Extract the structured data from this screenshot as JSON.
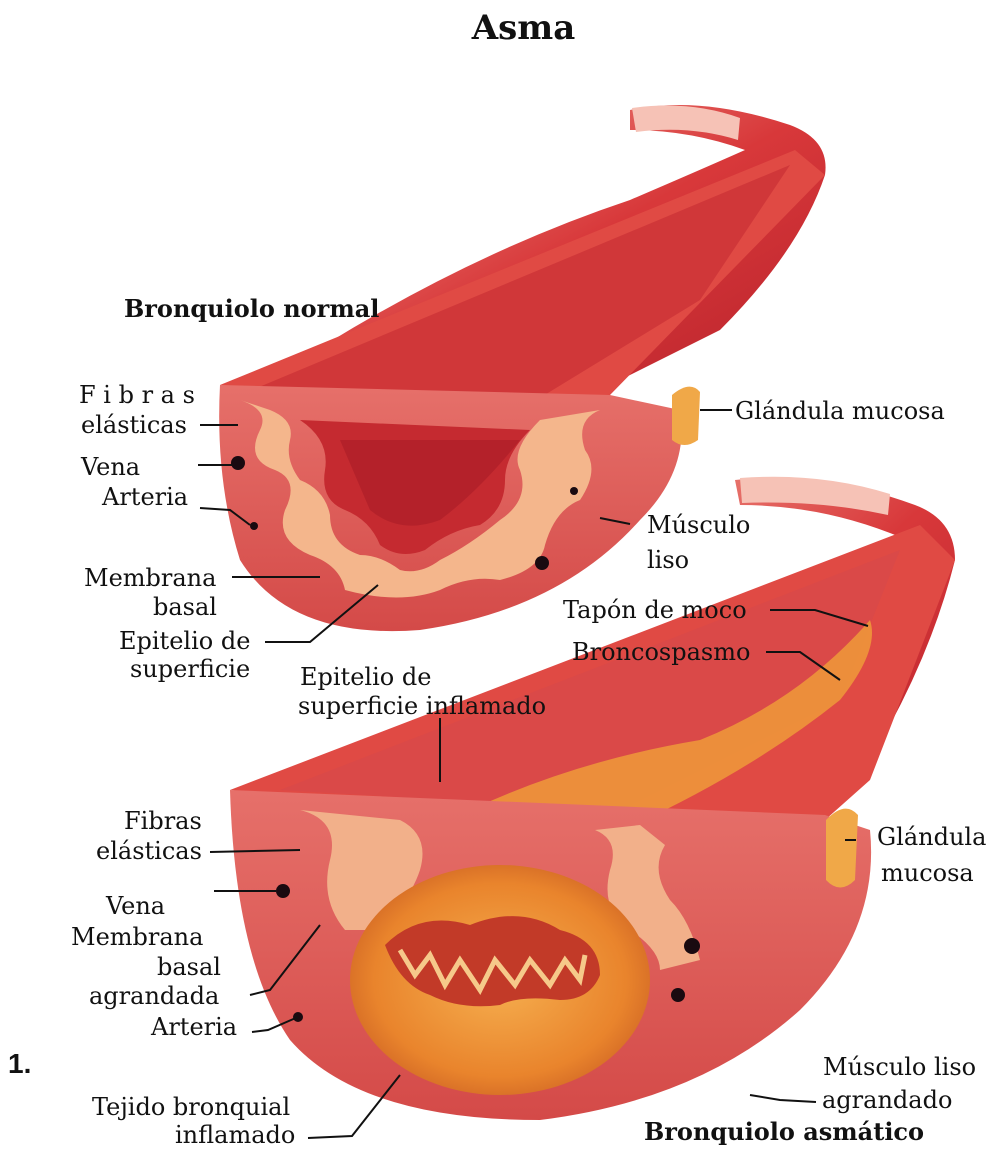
{
  "title": "Asma",
  "item_number": "1.",
  "normal": {
    "heading": "Bronquiolo normal",
    "labels": {
      "fibras_1": "F i b r a s",
      "fibras_2": "elásticas",
      "vena": "Vena",
      "arteria": "Arteria",
      "membrana_1": "Membrana",
      "membrana_2": "basal",
      "epitelio_1": "Epitelio de",
      "epitelio_2": "superficie",
      "glandula": "Glándula mucosa",
      "musculo_1": "Músculo",
      "musculo_2": "liso"
    }
  },
  "asthmatic": {
    "heading": "Bronquiolo asmático",
    "labels": {
      "tapon": "Tapón de moco",
      "broncospasmo": "Broncospasmo",
      "epitelio_inf_1": "Epitelio de",
      "epitelio_inf_2": "superficie inflamado",
      "fibras_1": "Fibras",
      "fibras_2": "elásticas",
      "vena": "Vena",
      "membrana_1": "Membrana",
      "membrana_2": "basal",
      "membrana_3": "agrandada",
      "arteria": "Arteria",
      "tejido_1": "Tejido bronquial",
      "tejido_2": "inflamado",
      "glandula_1": "Glándula",
      "glandula_2": "mucosa",
      "musculo_1": "Músculo liso",
      "musculo_2": "agrandado"
    }
  },
  "colors": {
    "muscle": "#d8383a",
    "muscle_dark": "#b5202a",
    "muscle_light": "#f08a7a",
    "tissue": "#e2827a",
    "epithelium": "#f2b08a",
    "mucus": "#f29a30",
    "gland": "#f0a848",
    "vessel": "#1a0a10"
  }
}
